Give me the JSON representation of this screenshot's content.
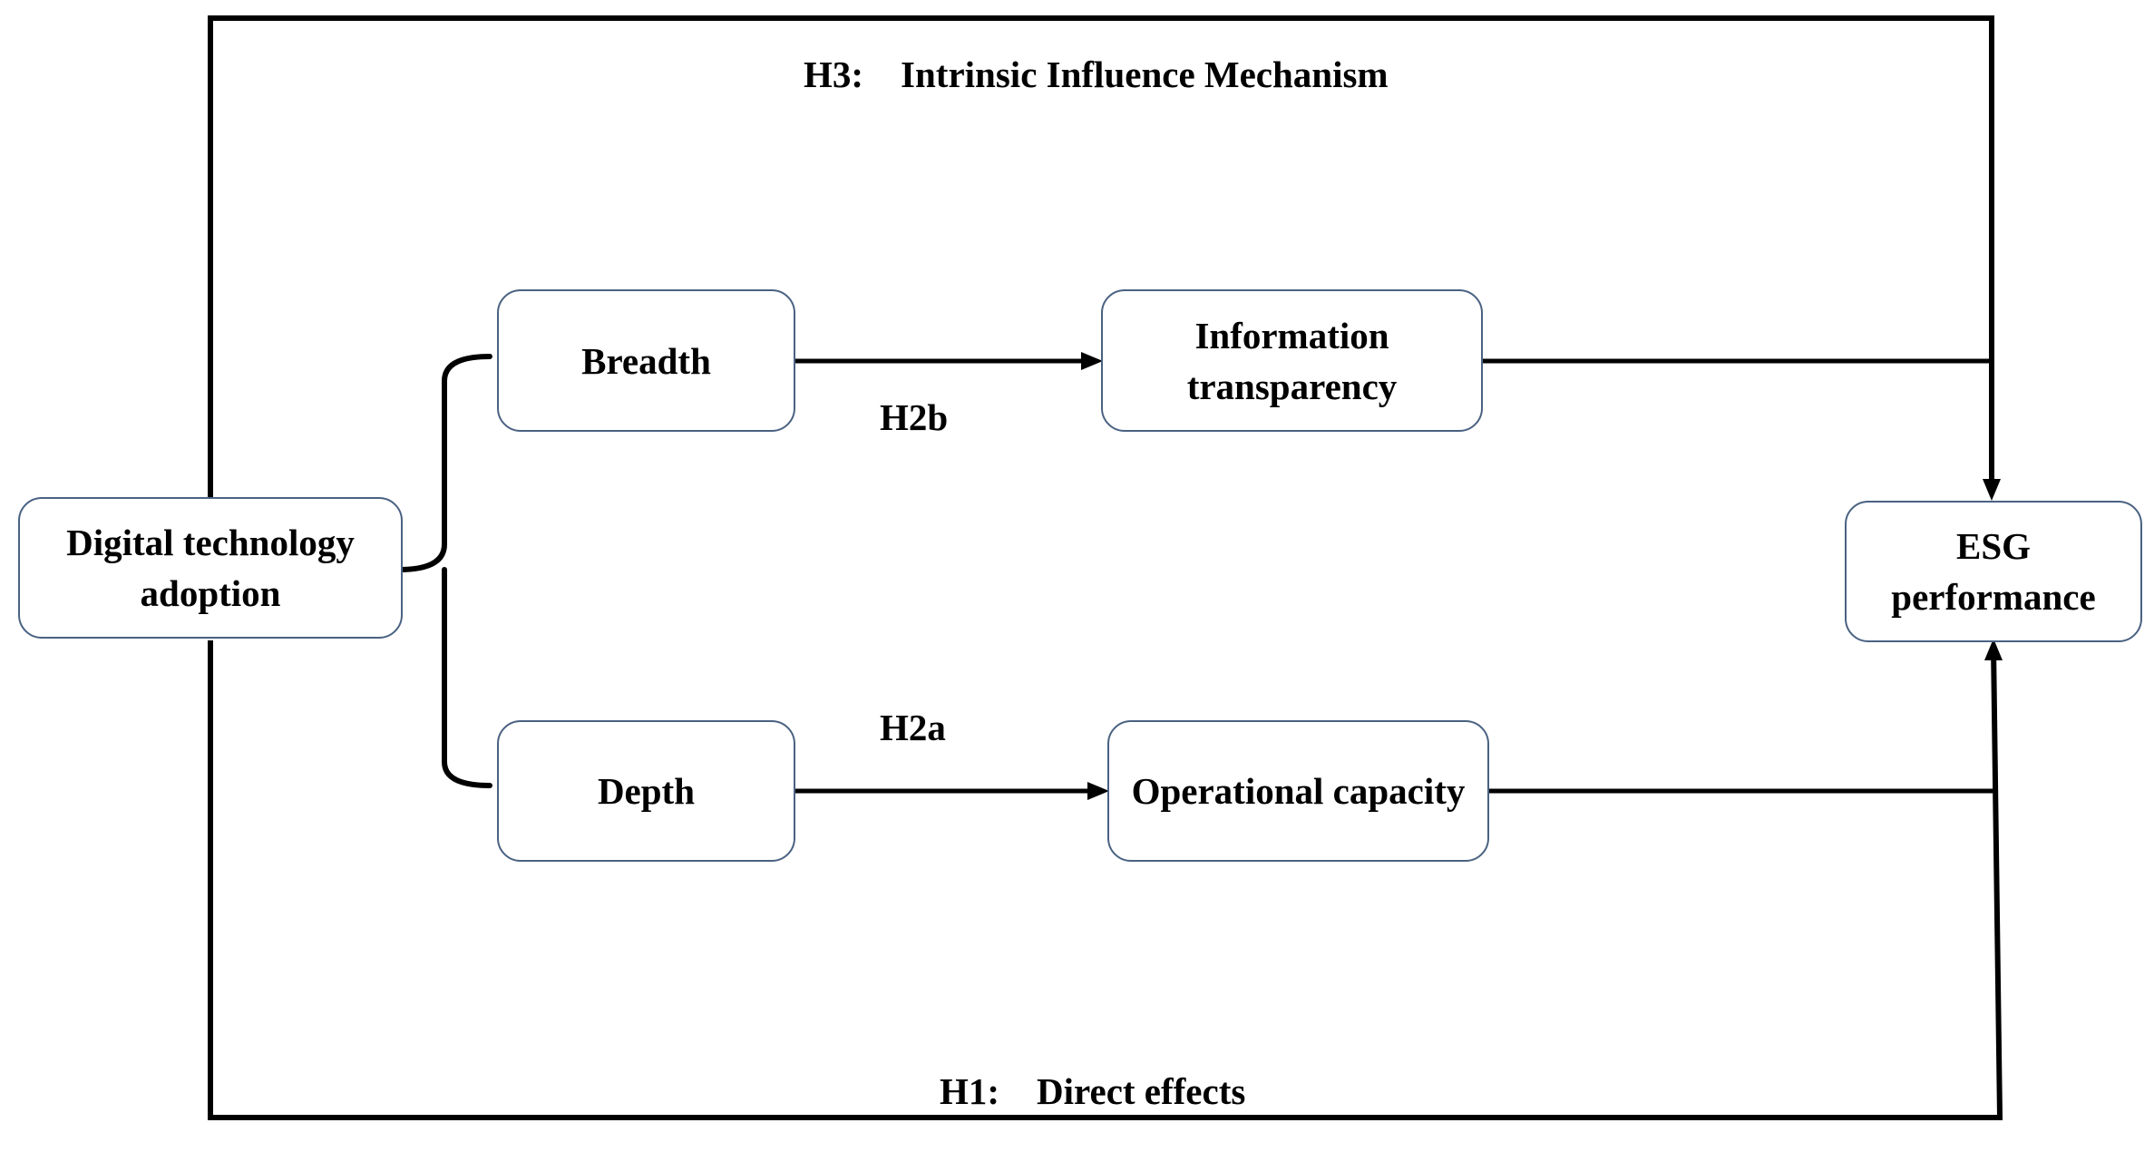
{
  "title": "H3:    Intrinsic Influence Mechanism",
  "bottom_label": "H1:    Direct effects",
  "nodes": {
    "adoption": "Digital technology adoption",
    "breadth": "Breadth",
    "depth": "Depth",
    "transparency": "Information transparency",
    "operational": "Operational capacity",
    "esg": "ESG performance"
  },
  "edge_labels": {
    "h2b": "H2b",
    "h2a": "H2a"
  },
  "colors": {
    "node_border": "#4a6282",
    "line": "#000000"
  }
}
